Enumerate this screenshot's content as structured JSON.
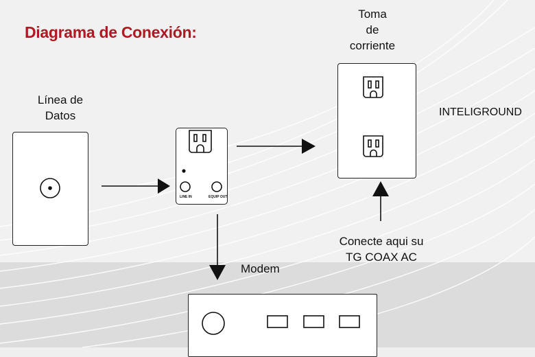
{
  "title": "Diagrama de Conexión:",
  "labels": {
    "data_line_1": "Línea de",
    "data_line_2": "Datos",
    "outlet_1": "Toma",
    "outlet_2": "de",
    "outlet_3": "corriente",
    "brand": "INTELIGROUND",
    "connect_1": "Conecte aqui su",
    "connect_2": "TG COAX AC",
    "modem": "Modem"
  },
  "device": {
    "line_in": "LINE IN",
    "equip_out": "EQUIP OUT"
  },
  "colors": {
    "title": "#b01822",
    "background": "#efefef",
    "lower_band": "#dcdcdc",
    "stroke": "#111111"
  }
}
